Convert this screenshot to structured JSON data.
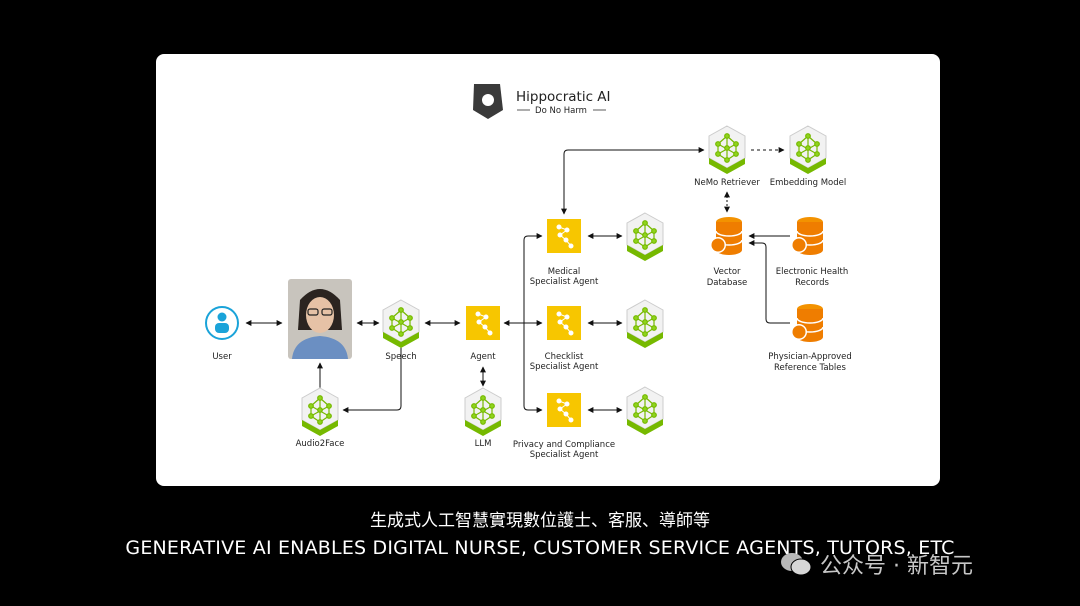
{
  "logo": {
    "name": "Hippocratic AI",
    "tagline": "Do No Harm"
  },
  "nodes": {
    "user": "User",
    "speech": "Speech",
    "audio2face": "Audio2Face",
    "agent": "Agent",
    "llm": "LLM",
    "medical": [
      "Medical",
      "Specialist Agent"
    ],
    "checklist": [
      "Checklist",
      "Specialist Agent"
    ],
    "privacy": [
      "Privacy and Compliance",
      "Specialist Agent"
    ],
    "nemo_retriever": "NeMo Retriever",
    "embedding_model": "Embedding Model",
    "vector_db": [
      "Vector",
      "Database"
    ],
    "ehr": [
      "Electronic Health",
      "Records"
    ],
    "physician": [
      "Physician-Approved",
      "Reference Tables"
    ]
  },
  "captions": {
    "zh": "生成式人工智慧實現數位護士、客服、導師等",
    "en": "GENERATIVE AI ENABLES DIGITAL NURSE, CUSTOMER SERVICE AGENTS, TUTORS, ETC"
  },
  "watermark": "公众号 · 新智元",
  "colors": {
    "nim_green": "#76b900",
    "agent_yellow": "#f7c600",
    "db_orange": "#ef7d00",
    "user_blue": "#1aa3d9"
  }
}
